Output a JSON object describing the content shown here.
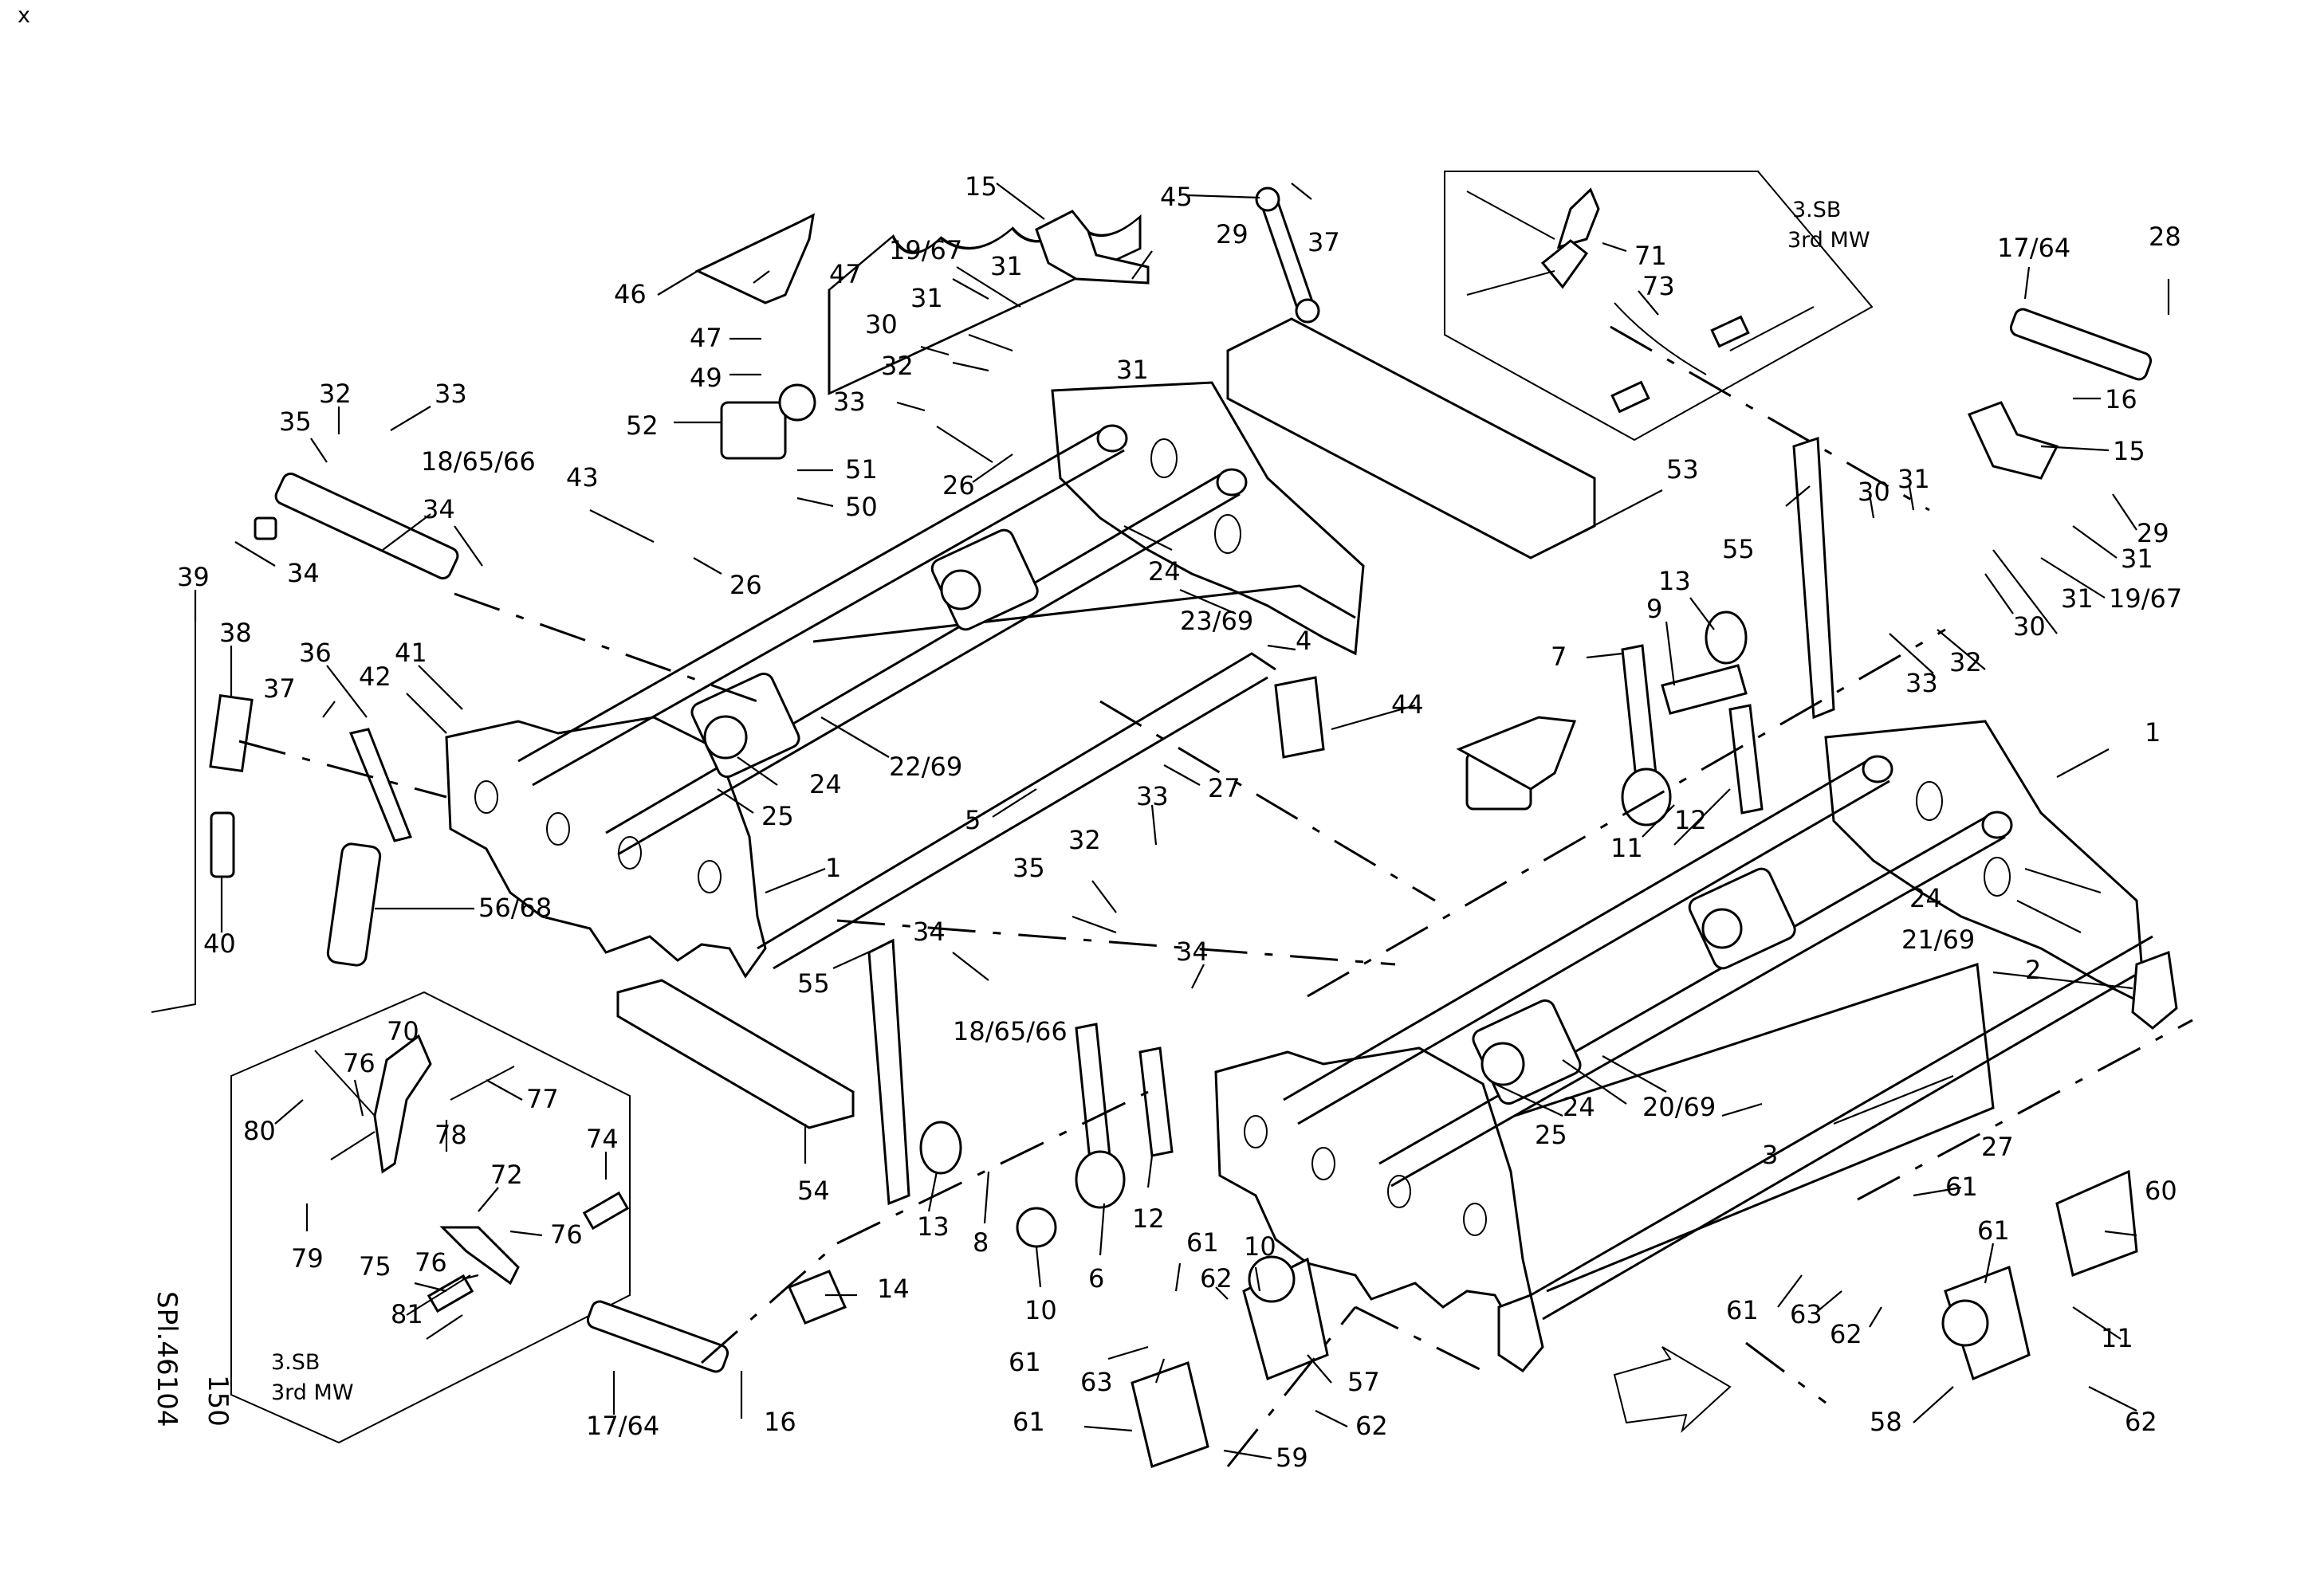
{
  "corner_mark": "x",
  "side_labels": {
    "drawing_number": "SPl.46104",
    "page_number": "150"
  },
  "inset_notes": {
    "top_right": {
      "line1": "3.SB",
      "line2": "3rd MW"
    },
    "bottom_left": {
      "line1": "3.SB",
      "line2": "3rd MW"
    }
  },
  "callouts": {
    "c15a": "15",
    "c45": "45",
    "c37a": "37",
    "c19_67a": "19/67",
    "c31a": "31",
    "c29a": "29",
    "c30a": "30",
    "c31b": "31",
    "c32a": "32",
    "c31c": "31",
    "c33a": "33",
    "c26a": "26",
    "c46": "46",
    "c47a": "47",
    "c47b": "47",
    "c49": "49",
    "c52": "52",
    "c51": "51",
    "c50": "50",
    "c32b": "32",
    "c33b": "33",
    "c35a": "35",
    "c18_65_66a": "18/65/66",
    "c34a": "34",
    "c34b": "34",
    "c43": "43",
    "c26b": "26",
    "c39": "39",
    "c38": "38",
    "c36": "36",
    "c41": "41",
    "c42": "42",
    "c37b": "37",
    "c24a": "24",
    "c23_69": "23/69",
    "c4": "4",
    "c22_69": "22/69",
    "c24b": "24",
    "c25a": "25",
    "c5": "5",
    "c27a": "27",
    "c1a": "1",
    "c56_68": "56/68",
    "c40": "40",
    "c53": "53",
    "c44": "44",
    "c55a": "55",
    "c13a": "13",
    "c9": "9",
    "c7": "7",
    "c11a": "11",
    "c12a": "12",
    "c33c": "33",
    "c32c": "32",
    "c35b": "35",
    "c34c": "34",
    "c34d": "34",
    "c18_65_66b": "18/65/66",
    "c55b": "55",
    "c54": "54",
    "c13b": "13",
    "c8": "8",
    "c6": "6",
    "c12b": "12",
    "c10a": "10",
    "c71": "71",
    "c73": "73",
    "c17_64a": "17/64",
    "c28": "28",
    "c16a": "16",
    "c15b": "15",
    "c30b": "30",
    "c31d": "31",
    "c29b": "29",
    "c31e": "31",
    "c19_67b": "19/67",
    "c31f": "31",
    "c30c": "30",
    "c32d": "32",
    "c33d": "33",
    "c1b": "1",
    "c24c": "24",
    "c21_69": "21/69",
    "c2": "2",
    "c24d": "24",
    "c20_69": "20/69",
    "c25b": "25",
    "c3": "3",
    "c27b": "27",
    "c61a": "61",
    "c60": "60",
    "c61b": "61",
    "c61c": "61",
    "c63a": "63",
    "c62a": "62",
    "c11b": "11",
    "c58": "58",
    "c62b": "62",
    "c70": "70",
    "c76a": "76",
    "c80": "80",
    "c77": "77",
    "c78": "78",
    "c74": "74",
    "c72": "72",
    "c76b": "76",
    "c79": "79",
    "c75": "75",
    "c76c": "76",
    "c81": "81",
    "c14": "14",
    "c16b": "16",
    "c17_64b": "17/64",
    "c61d": "61",
    "c62c": "62",
    "c10b": "10",
    "c57": "57",
    "c61e": "61",
    "c63b": "63",
    "c62d": "62",
    "c61f": "61",
    "c59": "59"
  }
}
